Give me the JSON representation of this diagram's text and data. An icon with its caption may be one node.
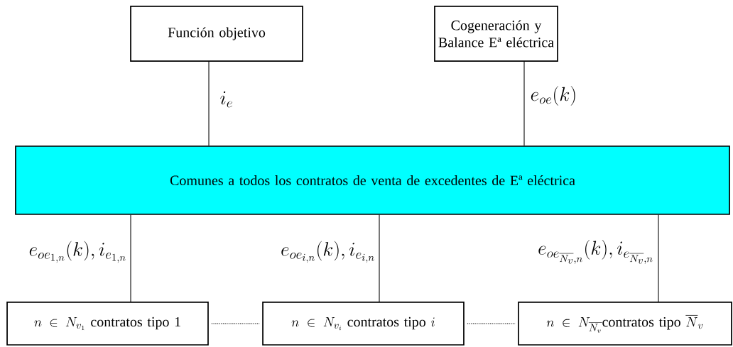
{
  "diagram": {
    "nodes": [
      {
        "text": [
          "Función objetivo"
        ]
      },
      {
        "text": [
          "Cogeneración y Balance Eª eléctrica"
        ]
      },
      {
        "text": [
          "Comunes a todos los contratos de venta de excedentes de Eª eléctrica"
        ]
      },
      {
        "text": [
          "n \\in N_{v_1}\\ \\text{contratos tipo 1}"
        ]
      },
      {
        "text": [
          "n \\in N_{v_i}\\ \\text{contratos tipo } i"
        ]
      },
      {
        "text": [
          "n \\in N_{\\overline{N_v}}\\text{contratos tipo } \\overline{N}_v"
        ]
      }
    ],
    "edges": [
      {
        "from": 0,
        "to": 2,
        "arrow": "none",
        "label": "i_e"
      },
      {
        "from": 1,
        "to": 2,
        "arrow": "none",
        "label": "e_{oe}(k)"
      },
      {
        "from": 2,
        "to": 3,
        "arrow": "none",
        "label": "e_{oe_{1,n}}(k), i_{e_{1,n}}"
      },
      {
        "from": 2,
        "to": 4,
        "arrow": "none",
        "label": "e_{oe_{i,n}}(k), i_{e_{i,n}}"
      },
      {
        "from": 2,
        "to": 5,
        "arrow": "none",
        "label": "e_{oe_{\\overline{N_v},n}}(k), i_{e_{\\overline{N_v},n}}"
      },
      {
        "from": 3,
        "to": 4,
        "arrow": "none",
        "style": "dashed"
      },
      {
        "from": 4,
        "to": 5,
        "arrow": "none",
        "style": "dashed"
      }
    ]
  }
}
